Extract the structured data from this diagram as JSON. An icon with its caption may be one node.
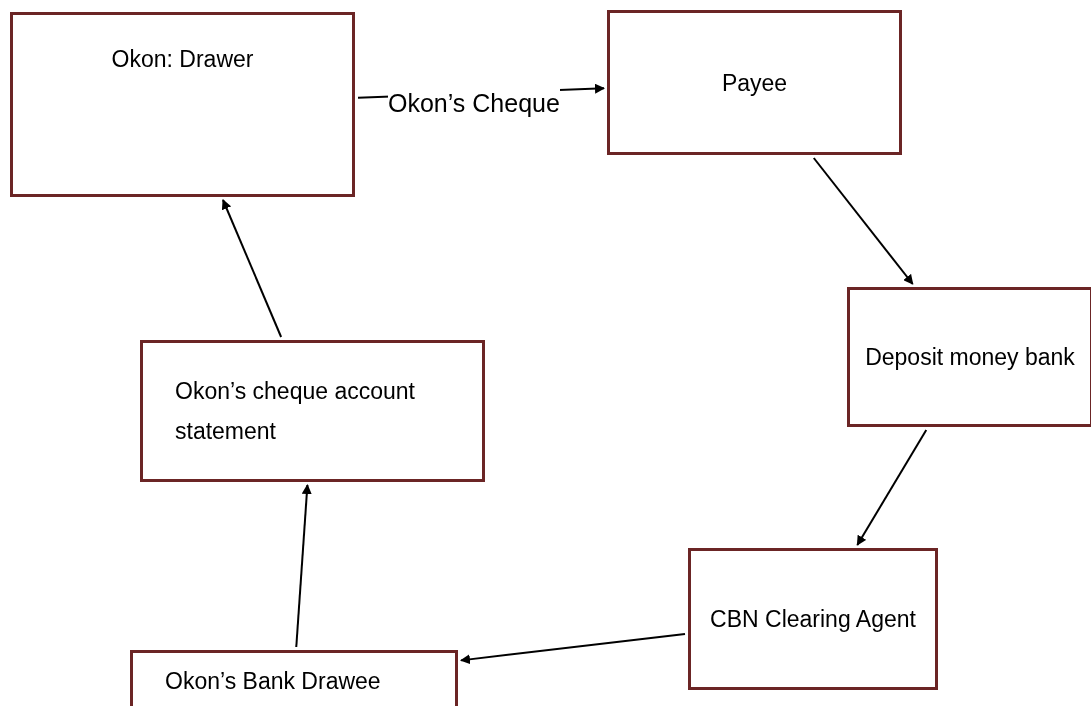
{
  "diagram": {
    "nodes": [
      {
        "text": [
          "Okon: Drawer"
        ]
      },
      {
        "text": [
          "Payee"
        ]
      },
      {
        "text": [
          "Deposit money bank"
        ]
      },
      {
        "text": [
          "CBN Clearing Agent"
        ]
      },
      {
        "text": [
          "Okon’s Bank Drawee"
        ]
      },
      {
        "text": [
          "Okon’s cheque account statement"
        ]
      }
    ],
    "edges": [
      {
        "from": 0,
        "to": 1,
        "arrow": "to",
        "label": "Okon’s Cheque"
      },
      {
        "from": 1,
        "to": 2,
        "arrow": "to"
      },
      {
        "from": 2,
        "to": 3,
        "arrow": "to"
      },
      {
        "from": 3,
        "to": 4,
        "arrow": "to"
      },
      {
        "from": 4,
        "to": 5,
        "arrow": "to"
      },
      {
        "from": 5,
        "to": 0,
        "arrow": "to"
      }
    ]
  }
}
